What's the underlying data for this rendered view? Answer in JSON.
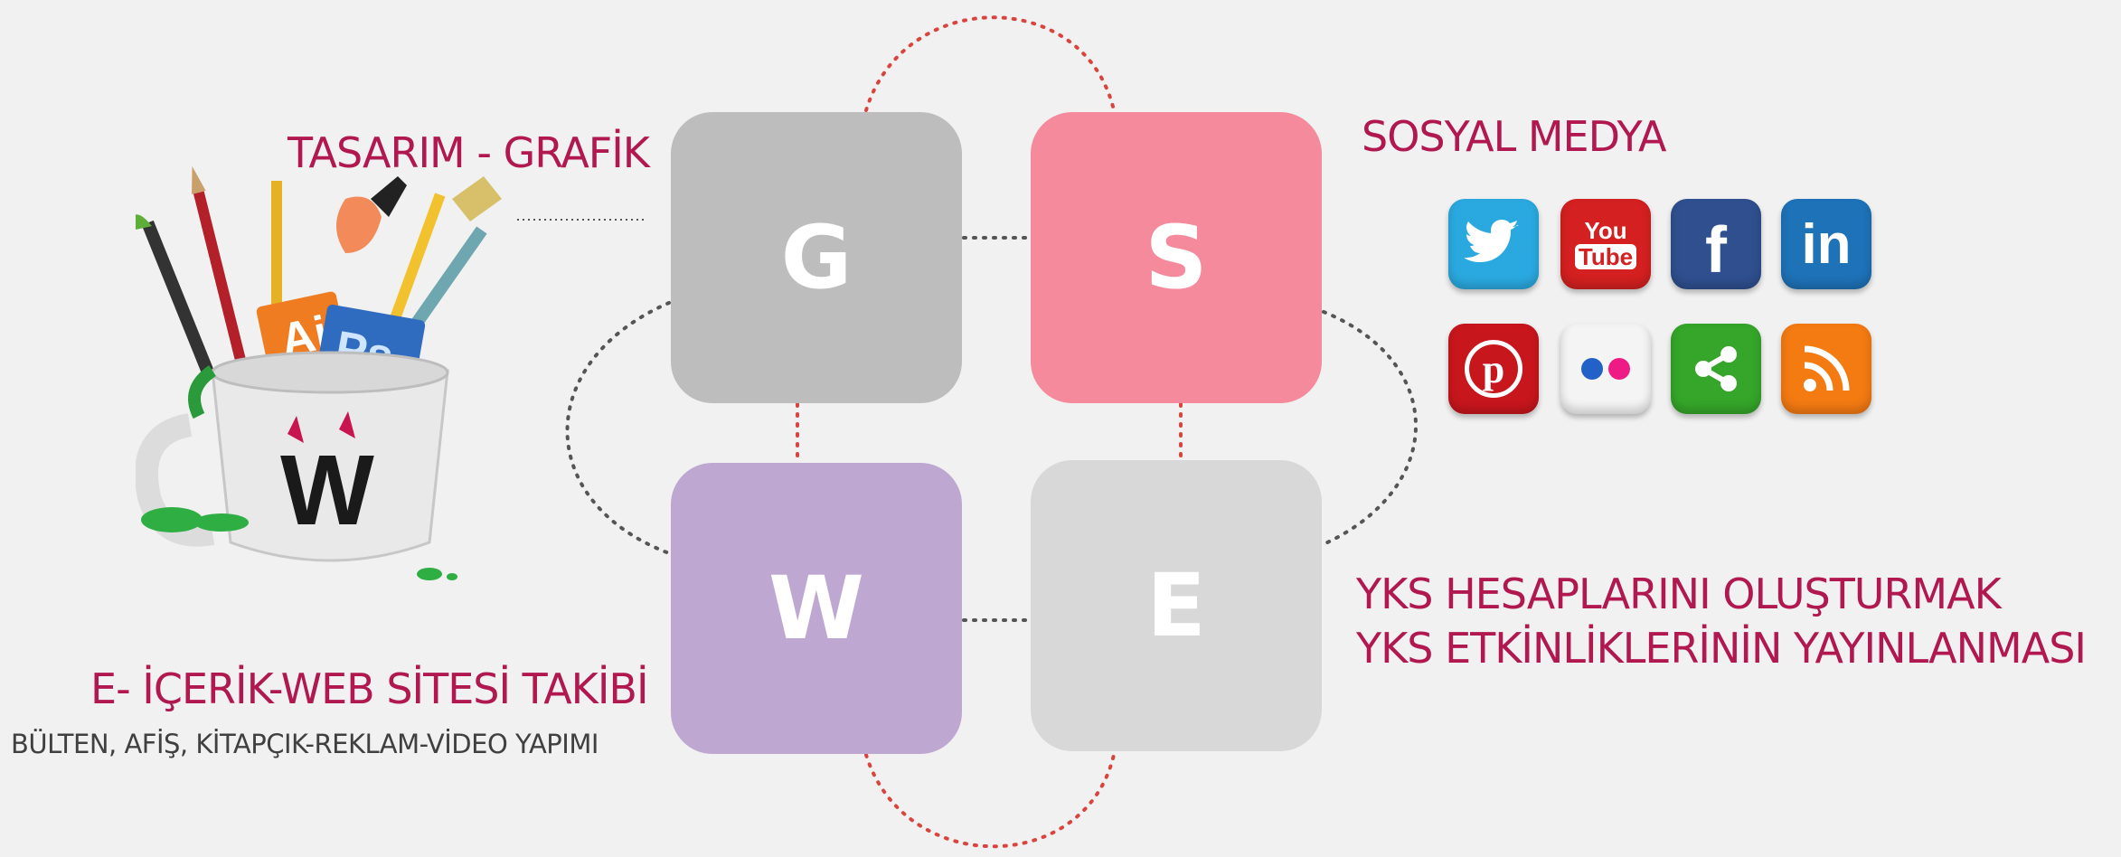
{
  "colors": {
    "background": "#f1f1f1",
    "accent": "#b0184f",
    "connector_red": "#d9453e",
    "connector_gray": "#555555"
  },
  "tiles": [
    {
      "letter": "G",
      "color": "#bdbdbd"
    },
    {
      "letter": "S",
      "color": "#f48a9c"
    },
    {
      "letter": "W",
      "color": "#bea8d2"
    },
    {
      "letter": "E",
      "color": "#d8d8d8"
    }
  ],
  "labels": {
    "design": "TASARIM - GRAFİK",
    "social": "SOSYAL MEDYA",
    "yks_line1": "YKS HESAPLARINI OLUŞTURMAK",
    "yks_line2": "YKS ETKİNLİKLERİNİN YAYINLANMASI",
    "content_title": "E- İÇERİK-WEB SİTESİ TAKİBİ",
    "content_sub": "BÜLTEN, AFİŞ, KİTAPÇIK-REKLAM-VİDEO YAPIMI"
  },
  "social_icons": [
    {
      "name": "twitter-icon",
      "color": "#2aa9e0",
      "glyph": ""
    },
    {
      "name": "youtube-icon",
      "color": "#d42020",
      "glyph": "You Tube"
    },
    {
      "name": "facebook-icon",
      "color": "#2f4f8f",
      "glyph": "f"
    },
    {
      "name": "linkedin-icon",
      "color": "#1e72b8",
      "glyph": "in"
    },
    {
      "name": "pinterest-icon",
      "color": "#c8161d",
      "glyph": "p"
    },
    {
      "name": "flickr-icon",
      "color": "#f4f4f4",
      "glyph": ""
    },
    {
      "name": "share-icon",
      "color": "#35a629",
      "glyph": ""
    },
    {
      "name": "rss-icon",
      "color": "#f47a12",
      "glyph": ""
    }
  ],
  "mug": {
    "logo_letters": "W",
    "badge_ai": "Ai",
    "badge_ps": "Ps"
  }
}
